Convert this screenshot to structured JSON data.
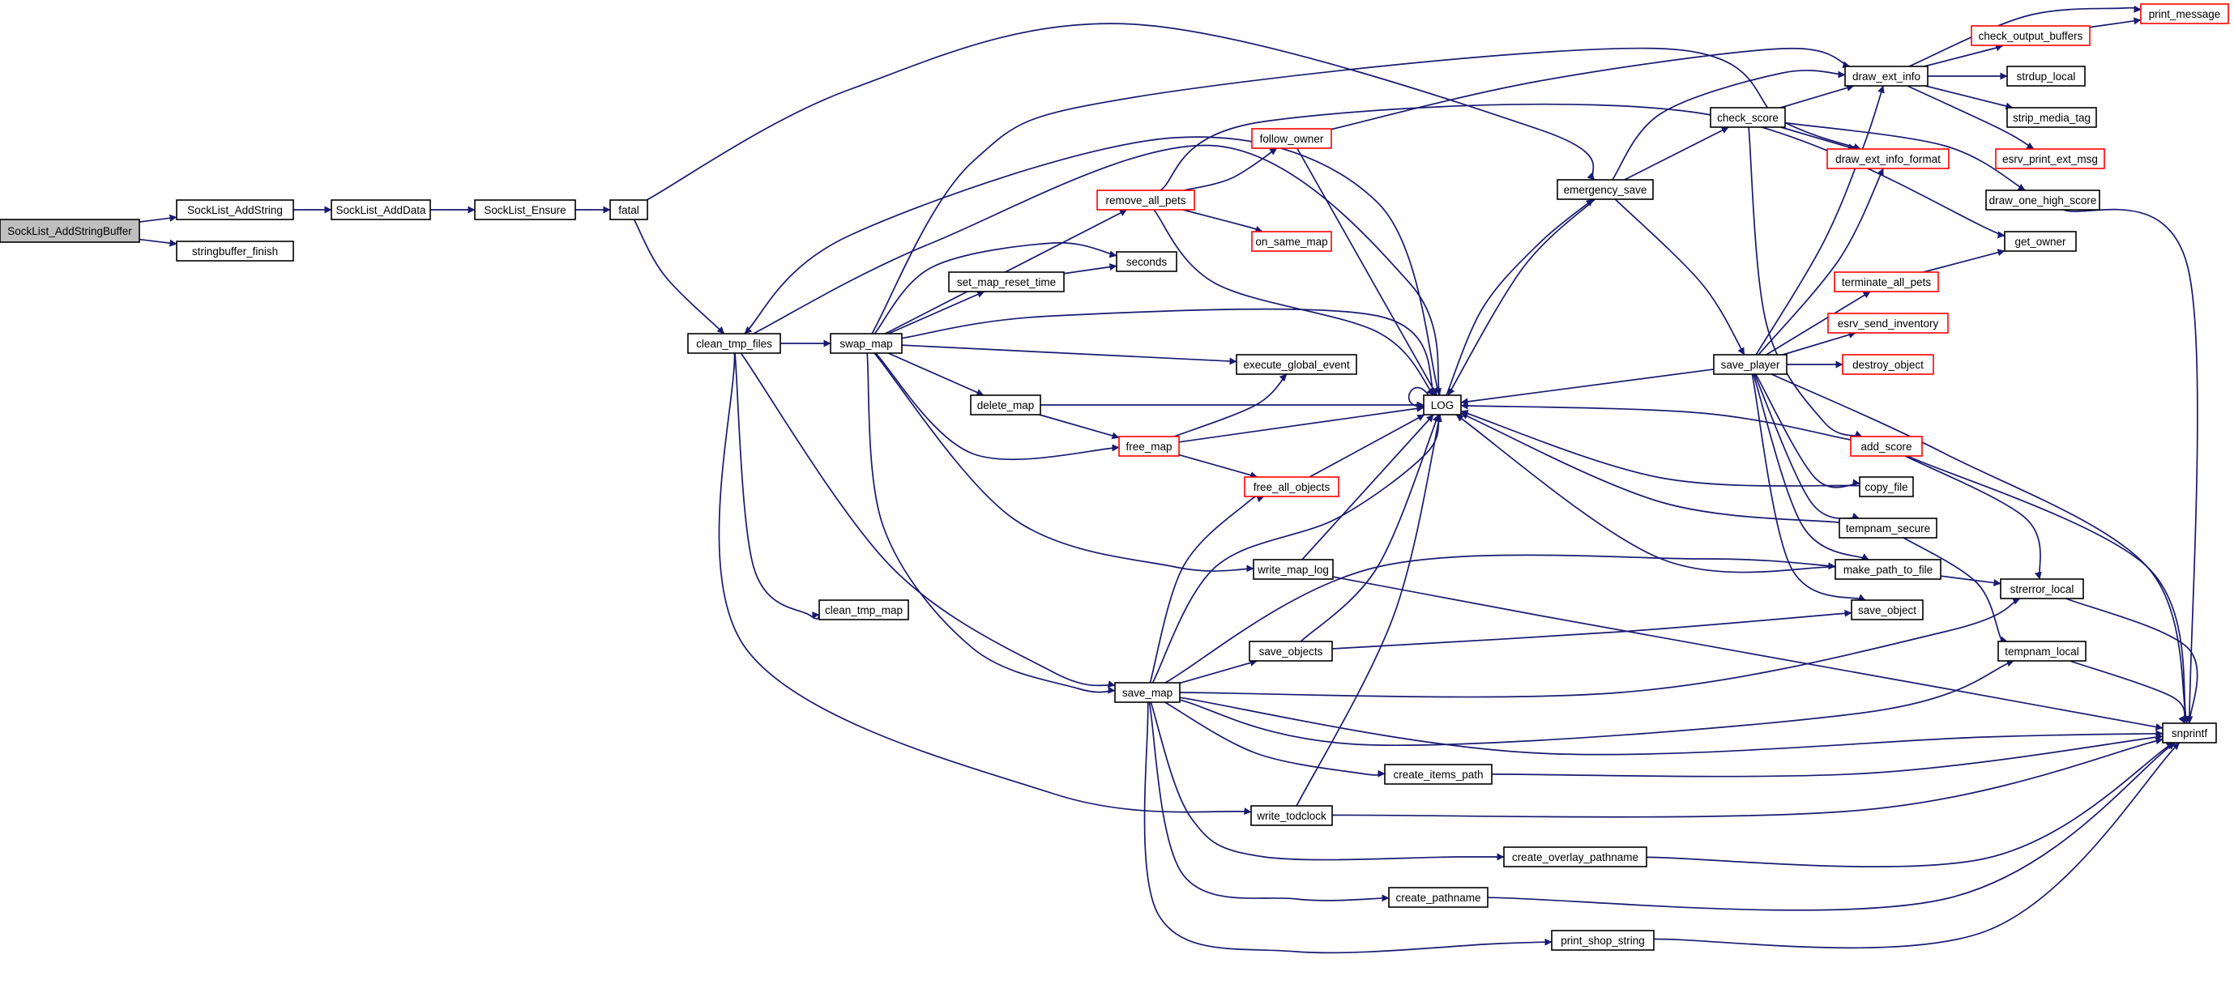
{
  "colors": {
    "edge": "#191970",
    "node_border": "#000000",
    "node_border_truncated": "#ff0000",
    "root_fill": "#bfbfbf",
    "node_fill": "#ffffff"
  },
  "nodes": [
    {
      "id": "n_root",
      "label": "SockList_AddStringBuffer",
      "kind": "root"
    },
    {
      "id": "n_addstring",
      "label": "SockList_AddString",
      "kind": "normal"
    },
    {
      "id": "n_sbfinish",
      "label": "stringbuffer_finish",
      "kind": "normal"
    },
    {
      "id": "n_adddata",
      "label": "SockList_AddData",
      "kind": "normal"
    },
    {
      "id": "n_ensure",
      "label": "SockList_Ensure",
      "kind": "normal"
    },
    {
      "id": "n_fatal",
      "label": "fatal",
      "kind": "normal"
    },
    {
      "id": "n_cleantmpfiles",
      "label": "clean_tmp_files",
      "kind": "normal"
    },
    {
      "id": "n_cleantmpmap",
      "label": "clean_tmp_map",
      "kind": "normal"
    },
    {
      "id": "n_swapmap",
      "label": "swap_map",
      "kind": "normal"
    },
    {
      "id": "n_removeallpets",
      "label": "remove_all_pets",
      "kind": "truncated"
    },
    {
      "id": "n_followowner",
      "label": "follow_owner",
      "kind": "truncated"
    },
    {
      "id": "n_onsamemap",
      "label": "on_same_map",
      "kind": "truncated"
    },
    {
      "id": "n_seconds",
      "label": "seconds",
      "kind": "normal"
    },
    {
      "id": "n_setmapreset",
      "label": "set_map_reset_time",
      "kind": "normal"
    },
    {
      "id": "n_execglobal",
      "label": "execute_global_event",
      "kind": "normal"
    },
    {
      "id": "n_deletemap",
      "label": "delete_map",
      "kind": "normal"
    },
    {
      "id": "n_freemap",
      "label": "free_map",
      "kind": "truncated"
    },
    {
      "id": "n_freeallobjects",
      "label": "free_all_objects",
      "kind": "truncated"
    },
    {
      "id": "n_log",
      "label": "LOG",
      "kind": "normal"
    },
    {
      "id": "n_writemaplog",
      "label": "write_map_log",
      "kind": "normal"
    },
    {
      "id": "n_saveobjects",
      "label": "save_objects",
      "kind": "normal"
    },
    {
      "id": "n_savemap",
      "label": "save_map",
      "kind": "normal"
    },
    {
      "id": "n_createitemspath",
      "label": "create_items_path",
      "kind": "normal"
    },
    {
      "id": "n_writetodclock",
      "label": "write_todclock",
      "kind": "normal"
    },
    {
      "id": "n_createoverlay",
      "label": "create_overlay_pathname",
      "kind": "normal"
    },
    {
      "id": "n_createpathname",
      "label": "create_pathname",
      "kind": "normal"
    },
    {
      "id": "n_printshop",
      "label": "print_shop_string",
      "kind": "normal"
    },
    {
      "id": "n_emergencysave",
      "label": "emergency_save",
      "kind": "normal"
    },
    {
      "id": "n_checkscore",
      "label": "check_score",
      "kind": "normal"
    },
    {
      "id": "n_drawextinfo",
      "label": "draw_ext_info",
      "kind": "normal"
    },
    {
      "id": "n_checkoutputbuffers",
      "label": "check_output_buffers",
      "kind": "truncated"
    },
    {
      "id": "n_printmessage",
      "label": "print_message",
      "kind": "truncated"
    },
    {
      "id": "n_strduplocal",
      "label": "strdup_local",
      "kind": "normal"
    },
    {
      "id": "n_stripmediatag",
      "label": "strip_media_tag",
      "kind": "normal"
    },
    {
      "id": "n_esrvprintext",
      "label": "esrv_print_ext_msg",
      "kind": "truncated"
    },
    {
      "id": "n_drawextinfoformat",
      "label": "draw_ext_info_format",
      "kind": "truncated"
    },
    {
      "id": "n_drawonehighscore",
      "label": "draw_one_high_score",
      "kind": "normal"
    },
    {
      "id": "n_getowner",
      "label": "get_owner",
      "kind": "normal"
    },
    {
      "id": "n_terminateallpets",
      "label": "terminate_all_pets",
      "kind": "truncated"
    },
    {
      "id": "n_esrvsendinv",
      "label": "esrv_send_inventory",
      "kind": "truncated"
    },
    {
      "id": "n_saveplayer",
      "label": "save_player",
      "kind": "normal"
    },
    {
      "id": "n_destroyobject",
      "label": "destroy_object",
      "kind": "truncated"
    },
    {
      "id": "n_addscore",
      "label": "add_score",
      "kind": "truncated"
    },
    {
      "id": "n_copyfile",
      "label": "copy_file",
      "kind": "normal"
    },
    {
      "id": "n_tempnamsecure",
      "label": "tempnam_secure",
      "kind": "normal"
    },
    {
      "id": "n_makepathtofile",
      "label": "make_path_to_file",
      "kind": "normal"
    },
    {
      "id": "n_strerrorlocal",
      "label": "strerror_local",
      "kind": "normal"
    },
    {
      "id": "n_saveobject",
      "label": "save_object",
      "kind": "normal"
    },
    {
      "id": "n_tempnamlocal",
      "label": "tempnam_local",
      "kind": "normal"
    },
    {
      "id": "n_snprintf",
      "label": "snprintf",
      "kind": "normal"
    }
  ],
  "edges": [
    [
      "n_root",
      "n_addstring"
    ],
    [
      "n_root",
      "n_sbfinish"
    ],
    [
      "n_addstring",
      "n_adddata"
    ],
    [
      "n_adddata",
      "n_ensure"
    ],
    [
      "n_ensure",
      "n_fatal"
    ],
    [
      "n_fatal",
      "n_cleantmpfiles"
    ],
    [
      "n_fatal",
      "n_emergencysave"
    ],
    [
      "n_cleantmpfiles",
      "n_swapmap"
    ],
    [
      "n_cleantmpfiles",
      "n_log"
    ],
    [
      "n_cleantmpfiles",
      "n_cleantmpmap"
    ],
    [
      "n_cleantmpfiles",
      "n_savemap"
    ],
    [
      "n_cleantmpfiles",
      "n_writetodclock"
    ],
    [
      "n_swapmap",
      "n_removeallpets"
    ],
    [
      "n_swapmap",
      "n_seconds"
    ],
    [
      "n_swapmap",
      "n_setmapreset"
    ],
    [
      "n_swapmap",
      "n_execglobal"
    ],
    [
      "n_swapmap",
      "n_log"
    ],
    [
      "n_swapmap",
      "n_deletemap"
    ],
    [
      "n_swapmap",
      "n_freemap"
    ],
    [
      "n_swapmap",
      "n_writemaplog"
    ],
    [
      "n_swapmap",
      "n_savemap"
    ],
    [
      "n_swapmap",
      "n_drawextinfoformat"
    ],
    [
      "n_removeallpets",
      "n_followowner"
    ],
    [
      "n_removeallpets",
      "n_onsamemap"
    ],
    [
      "n_removeallpets",
      "n_log"
    ],
    [
      "n_removeallpets",
      "n_getowner"
    ],
    [
      "n_followowner",
      "n_log"
    ],
    [
      "n_followowner",
      "n_drawextinfo"
    ],
    [
      "n_setmapreset",
      "n_seconds"
    ],
    [
      "n_deletemap",
      "n_log"
    ],
    [
      "n_deletemap",
      "n_freemap"
    ],
    [
      "n_freemap",
      "n_execglobal"
    ],
    [
      "n_freemap",
      "n_log"
    ],
    [
      "n_freemap",
      "n_freeallobjects"
    ],
    [
      "n_freeallobjects",
      "n_log"
    ],
    [
      "n_writemaplog",
      "n_log"
    ],
    [
      "n_writemaplog",
      "n_snprintf"
    ],
    [
      "n_savemap",
      "n_freeallobjects"
    ],
    [
      "n_savemap",
      "n_log"
    ],
    [
      "n_savemap",
      "n_saveobjects"
    ],
    [
      "n_savemap",
      "n_makepathtofile"
    ],
    [
      "n_savemap",
      "n_strerrorlocal"
    ],
    [
      "n_savemap",
      "n_tempnamlocal"
    ],
    [
      "n_savemap",
      "n_snprintf"
    ],
    [
      "n_savemap",
      "n_createitemspath"
    ],
    [
      "n_savemap",
      "n_createoverlay"
    ],
    [
      "n_savemap",
      "n_createpathname"
    ],
    [
      "n_savemap",
      "n_printshop"
    ],
    [
      "n_saveobjects",
      "n_log"
    ],
    [
      "n_saveobjects",
      "n_saveobject"
    ],
    [
      "n_createitemspath",
      "n_snprintf"
    ],
    [
      "n_writetodclock",
      "n_log"
    ],
    [
      "n_writetodclock",
      "n_snprintf"
    ],
    [
      "n_createoverlay",
      "n_snprintf"
    ],
    [
      "n_createpathname",
      "n_snprintf"
    ],
    [
      "n_printshop",
      "n_snprintf"
    ],
    [
      "n_log",
      "n_cleantmpfiles"
    ],
    [
      "n_log",
      "n_emergencysave"
    ],
    [
      "n_log",
      "n_log"
    ],
    [
      "n_emergencysave",
      "n_log"
    ],
    [
      "n_emergencysave",
      "n_checkscore"
    ],
    [
      "n_emergencysave",
      "n_drawextinfo"
    ],
    [
      "n_emergencysave",
      "n_saveplayer"
    ],
    [
      "n_checkscore",
      "n_drawextinfo"
    ],
    [
      "n_checkscore",
      "n_drawextinfoformat"
    ],
    [
      "n_checkscore",
      "n_drawonehighscore"
    ],
    [
      "n_checkscore",
      "n_addscore"
    ],
    [
      "n_drawextinfo",
      "n_checkoutputbuffers"
    ],
    [
      "n_drawextinfo",
      "n_printmessage"
    ],
    [
      "n_drawextinfo",
      "n_strduplocal"
    ],
    [
      "n_drawextinfo",
      "n_stripmediatag"
    ],
    [
      "n_drawextinfo",
      "n_esrvprintext"
    ],
    [
      "n_checkoutputbuffers",
      "n_printmessage"
    ],
    [
      "n_drawonehighscore",
      "n_snprintf"
    ],
    [
      "n_saveplayer",
      "n_log"
    ],
    [
      "n_saveplayer",
      "n_drawextinfo"
    ],
    [
      "n_saveplayer",
      "n_drawextinfoformat"
    ],
    [
      "n_saveplayer",
      "n_terminateallpets"
    ],
    [
      "n_saveplayer",
      "n_esrvsendinv"
    ],
    [
      "n_saveplayer",
      "n_destroyobject"
    ],
    [
      "n_saveplayer",
      "n_copyfile"
    ],
    [
      "n_saveplayer",
      "n_tempnamsecure"
    ],
    [
      "n_saveplayer",
      "n_makepathtofile"
    ],
    [
      "n_saveplayer",
      "n_saveobject"
    ],
    [
      "n_saveplayer",
      "n_snprintf"
    ],
    [
      "n_terminateallpets",
      "n_getowner"
    ],
    [
      "n_addscore",
      "n_log"
    ],
    [
      "n_addscore",
      "n_strerrorlocal"
    ],
    [
      "n_addscore",
      "n_snprintf"
    ],
    [
      "n_copyfile",
      "n_log"
    ],
    [
      "n_tempnamsecure",
      "n_log"
    ],
    [
      "n_tempnamsecure",
      "n_tempnamlocal"
    ],
    [
      "n_makepathtofile",
      "n_log"
    ],
    [
      "n_makepathtofile",
      "n_strerrorlocal"
    ],
    [
      "n_strerrorlocal",
      "n_snprintf"
    ],
    [
      "n_tempnamlocal",
      "n_snprintf"
    ]
  ]
}
